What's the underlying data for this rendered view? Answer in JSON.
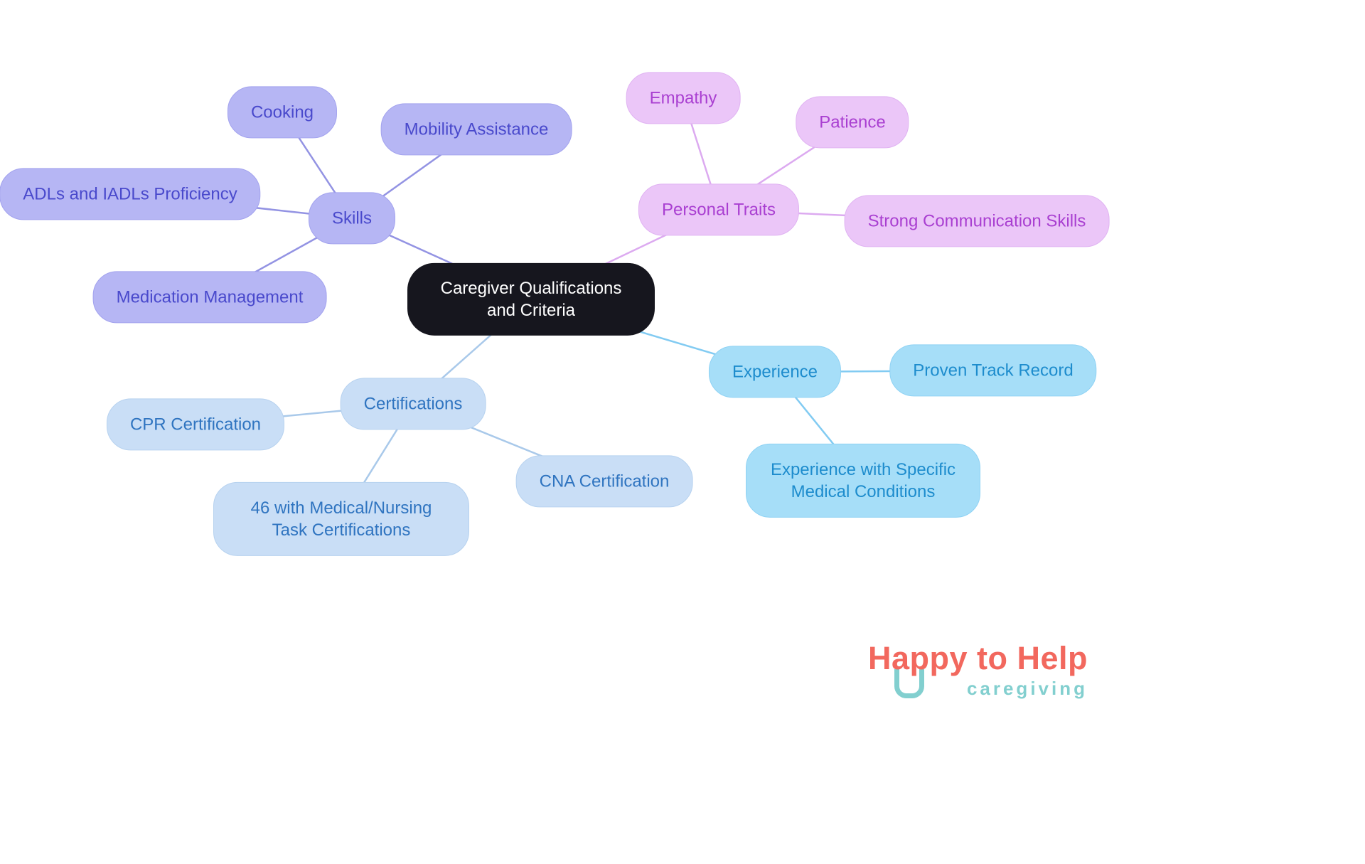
{
  "central": {
    "label": "Caregiver Qualifications and Criteria",
    "bg": "#16161e",
    "text_color": "#ffffff"
  },
  "branches": [
    {
      "id": "skills",
      "label": "Skills",
      "node_bg": "#b6b6f4",
      "node_border": "#a3a3ee",
      "text_color": "#4949cc",
      "edge_color": "#9393e3",
      "children": [
        {
          "label": "Cooking"
        },
        {
          "label": "Mobility Assistance"
        },
        {
          "label": "ADLs and IADLs Proficiency"
        },
        {
          "label": "Medication Management"
        }
      ]
    },
    {
      "id": "personal-traits",
      "label": "Personal Traits",
      "node_bg": "#ebc6f8",
      "node_border": "#e0b3f2",
      "text_color": "#a93fd1",
      "edge_color": "#dcaaf0",
      "children": [
        {
          "label": "Empathy"
        },
        {
          "label": "Patience"
        },
        {
          "label": "Strong Communication Skills"
        }
      ]
    },
    {
      "id": "experience",
      "label": "Experience",
      "node_bg": "#a6def8",
      "node_border": "#8fd2f4",
      "text_color": "#1d8ccd",
      "edge_color": "#82cbf2",
      "children": [
        {
          "label": "Proven Track Record"
        },
        {
          "label": "Experience with Specific Medical Conditions"
        }
      ]
    },
    {
      "id": "certifications",
      "label": "Certifications",
      "node_bg": "#c9def6",
      "node_border": "#b7d2ef",
      "text_color": "#2f74c0",
      "edge_color": "#a9c9ea",
      "children": [
        {
          "label": "CPR Certification"
        },
        {
          "label": "CNA Certification"
        },
        {
          "label": "46 with Medical/Nursing Task Certifications"
        }
      ]
    }
  ],
  "logo": {
    "title": "Happy to Help",
    "subtitle": "caregiving",
    "title_color": "#f2685e",
    "subtitle_color": "#82cfcf",
    "mark_color": "#82cfcf"
  }
}
